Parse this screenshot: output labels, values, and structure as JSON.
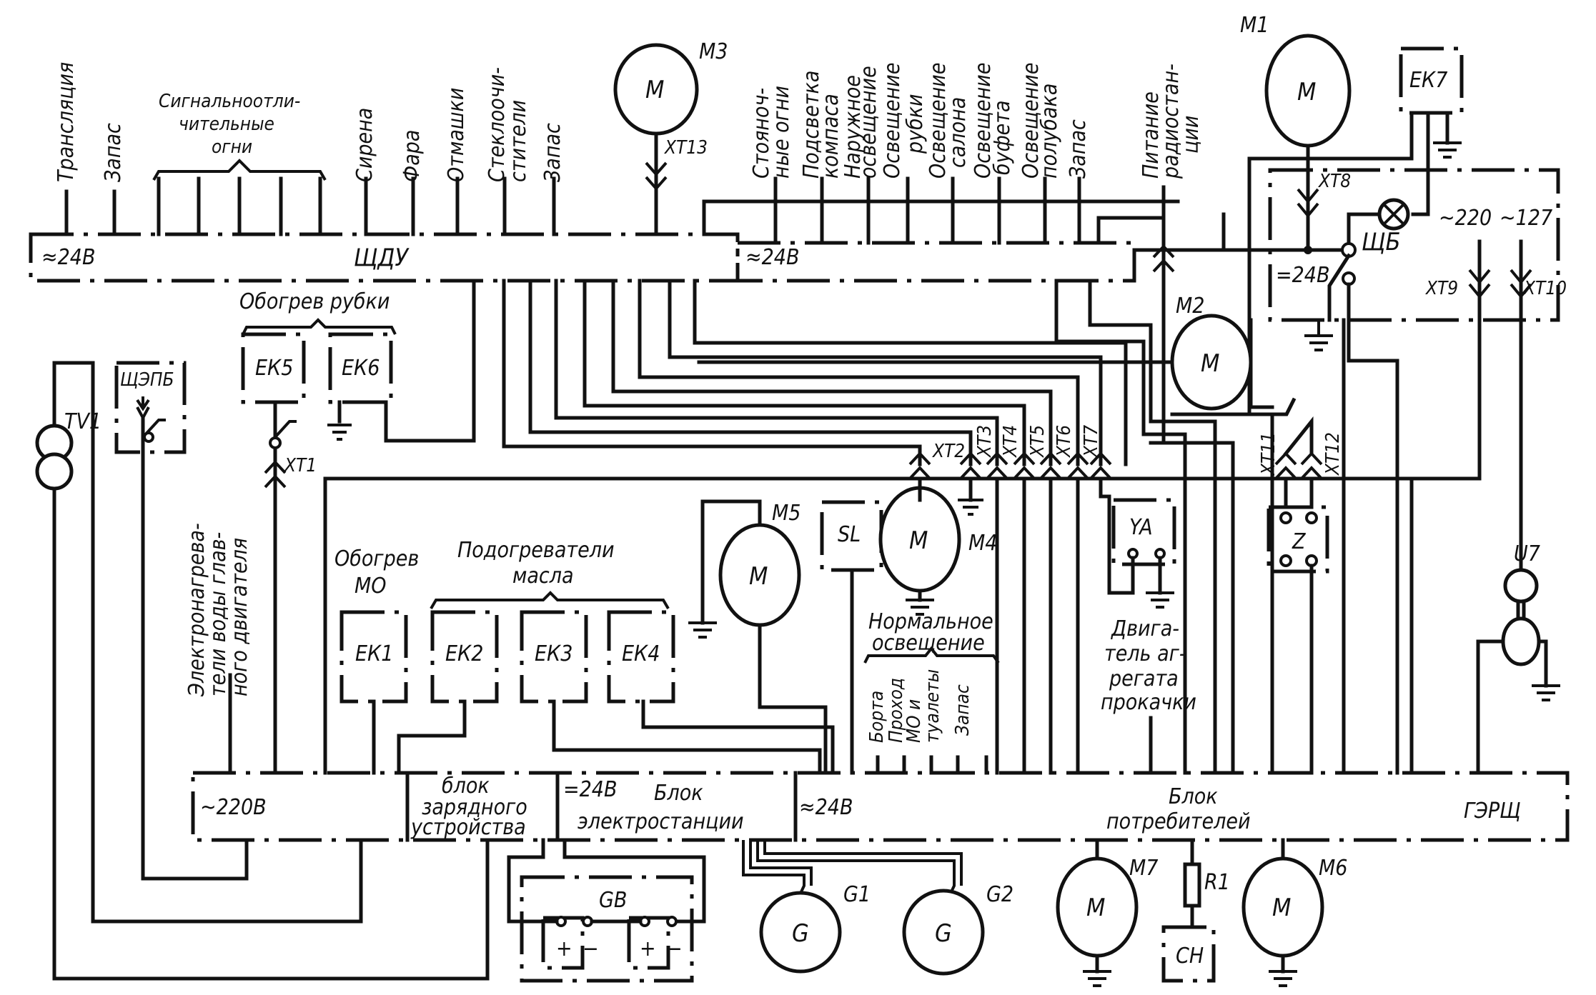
{
  "diagram": {
    "title_hint": "Electrical wiring schematic (Russian)",
    "colors": {
      "ink": "#111111",
      "paper": "#ffffff"
    },
    "panels": {
      "shdu": {
        "label": "ЩДУ",
        "voltage_left": "≈24В",
        "voltage_right": "≈24В"
      },
      "bottom_220": {
        "voltage": "~220В"
      },
      "charger": {
        "line1": "блок",
        "line2": "зарядного",
        "line3": "устройства"
      },
      "powerplant": {
        "voltage": "=24В",
        "line1": "Блок",
        "line2": "электростанции"
      },
      "consumers": {
        "voltage": "≈24В",
        "line1": "Блок",
        "line2": "потребителей",
        "code": "ГЭРЩ"
      },
      "shb": {
        "label": "ЩБ",
        "voltage": "=24В",
        "ac220": "~220",
        "ac127": "~127"
      },
      "shepb": {
        "label": "ЩЭПБ"
      }
    },
    "top_consumers_left": [
      {
        "label": "Трансляция"
      },
      {
        "label": "Запас"
      },
      {
        "label": "Сигнальноотли-\nчительные\nогни",
        "group": true
      },
      {
        "label": "Сирена"
      },
      {
        "label": "Фара"
      },
      {
        "label": "Отмашки"
      },
      {
        "label": "Стеклоочи-\nстители"
      },
      {
        "label": "Запас"
      }
    ],
    "signal_lights_label": [
      "Сигнальноотли-",
      "чительные",
      "огни"
    ],
    "top_consumers_right": [
      {
        "l1": "Стояноч-",
        "l2": "ные огни"
      },
      {
        "l1": "Подсветка",
        "l2": "компаса"
      },
      {
        "l1": "Наружное",
        "l2": "освещение"
      },
      {
        "l1": "Освещение",
        "l2": "рубки"
      },
      {
        "l1": "Освещение",
        "l2": "салона"
      },
      {
        "l1": "Освещение",
        "l2": "буфета"
      },
      {
        "l1": "Освещение",
        "l2": "полубака"
      },
      {
        "l1": "Запас",
        "l2": ""
      }
    ],
    "radio_label": {
      "l1": "Питание",
      "l2": "радиостан-",
      "l3": "ции"
    },
    "wheelhouse_heating": "Обогрев рубки",
    "engine_room_heating": {
      "l1": "Обогрев",
      "l2": "МО"
    },
    "oil_heaters": {
      "l1": "Подогреватели",
      "l2": "масла"
    },
    "water_heaters": {
      "l1": "Электронагрева-",
      "l2": "тели воды глав-",
      "l3": "ного двигателя"
    },
    "normal_lighting": {
      "l1": "Нормальное",
      "l2": "освещение",
      "items": [
        "Борта",
        "Проход",
        "МО и",
        "туалеты",
        "Запас"
      ]
    },
    "pump_motor": {
      "l1": "Двига-",
      "l2": "тель аг-",
      "l3": "регата",
      "l4": "прокачки"
    },
    "heaters": [
      "ЕК1",
      "ЕК2",
      "ЕК3",
      "ЕК4",
      "ЕК5",
      "ЕК6",
      "ЕК7"
    ],
    "motors": [
      {
        "ref": "M1",
        "symbol": "M"
      },
      {
        "ref": "M2",
        "symbol": "M"
      },
      {
        "ref": "M3",
        "symbol": "M"
      },
      {
        "ref": "M4",
        "symbol": "M"
      },
      {
        "ref": "M5",
        "symbol": "M"
      },
      {
        "ref": "M6",
        "symbol": "M"
      },
      {
        "ref": "M7",
        "symbol": "M"
      }
    ],
    "generators": [
      {
        "ref": "G1",
        "symbol": "G"
      },
      {
        "ref": "G2",
        "symbol": "G"
      }
    ],
    "connectors": [
      "XT1",
      "XT2",
      "XT3",
      "XT4",
      "XT5",
      "XT6",
      "XT7",
      "XT8",
      "XT9",
      "XT10",
      "XT11",
      "XT12",
      "XT13"
    ],
    "misc": {
      "transformer": "TV1",
      "level_switch": "SL",
      "solenoid": "YA",
      "filter": "Z",
      "converter": "U7",
      "resistor": "R1",
      "cathodic": "СН",
      "battery": "GB",
      "plus": "+",
      "minus": "−"
    }
  }
}
